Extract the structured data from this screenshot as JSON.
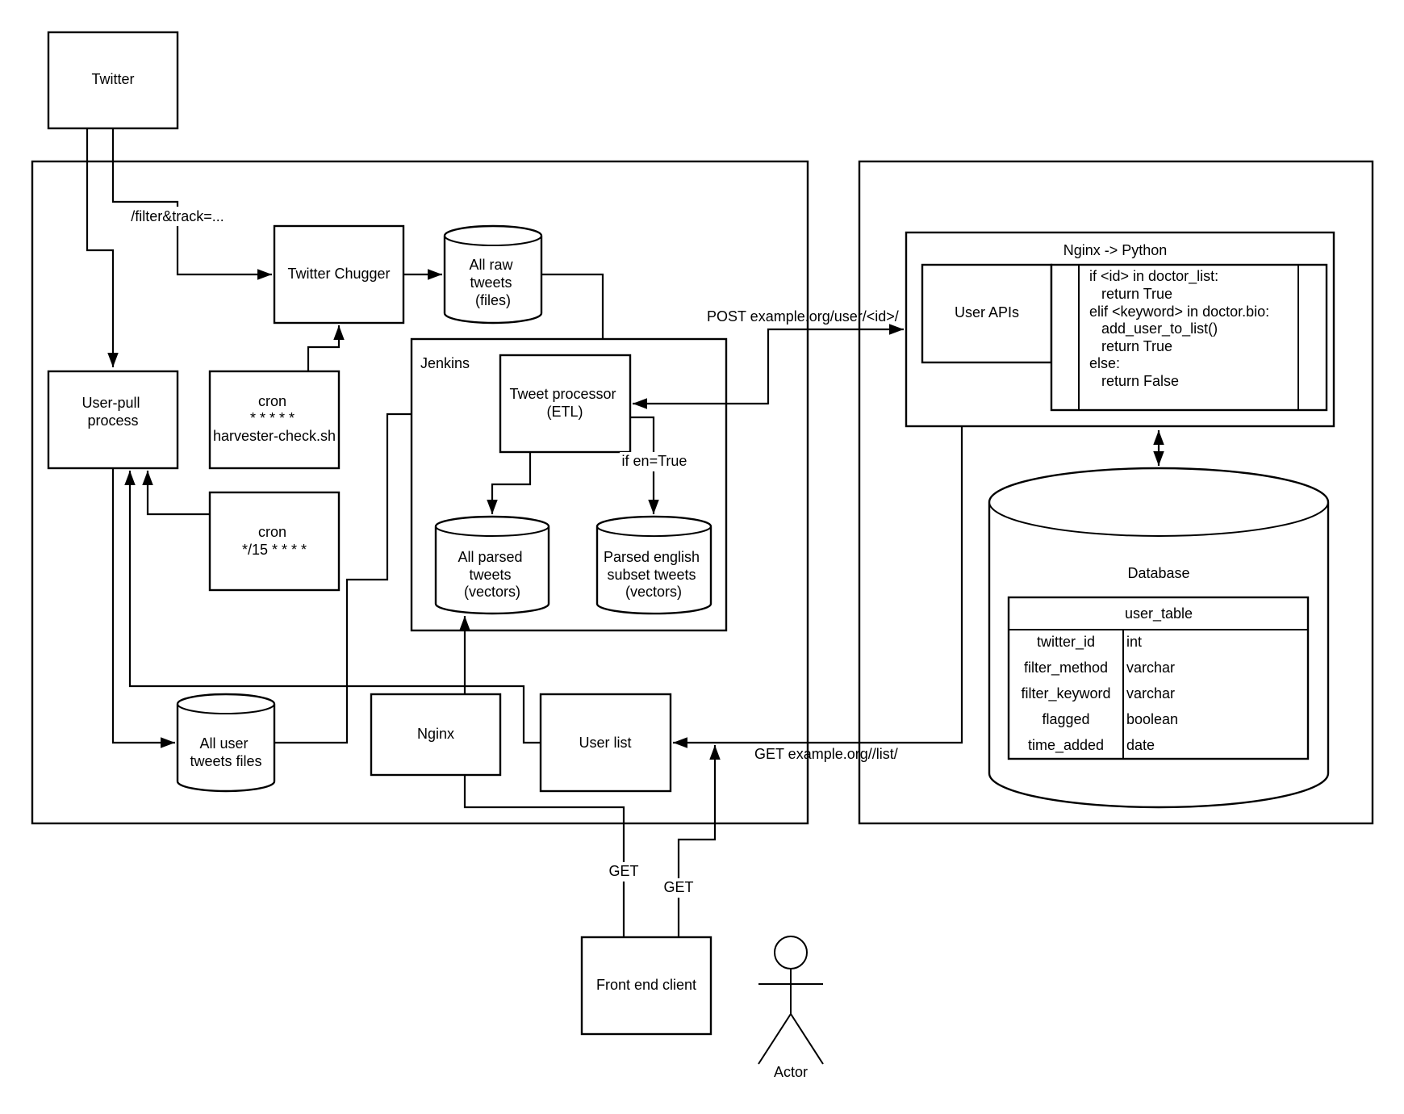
{
  "title": "Twitter tweet harvesting architecture",
  "nodes": {
    "twitter": "Twitter",
    "twitter_chugger": "Twitter Chugger",
    "raw_tweets": [
      "All raw",
      "tweets",
      "(files)"
    ],
    "jenkins": "Jenkins",
    "tweet_processor": [
      "Tweet processor",
      "(ETL)"
    ],
    "all_parsed": [
      "All parsed",
      "tweets",
      "(vectors)"
    ],
    "parsed_english": [
      "Parsed english",
      "subset tweets",
      "(vectors)"
    ],
    "user_pull": [
      "User-pull",
      "process"
    ],
    "cron_harvester": [
      "cron",
      "* * * * *",
      "harvester-check.sh"
    ],
    "cron_15": [
      "cron",
      "*/15 * * * *"
    ],
    "all_user_tweets": [
      "All user",
      "tweets files"
    ],
    "nginx": "Nginx",
    "user_list": "User list",
    "front_end": "Front end client",
    "actor": "Actor",
    "nginx_python": "Nginx -> Python",
    "user_apis": "User APIs",
    "code_lines": [
      "if <id> in doctor_list:",
      "   return True",
      "elif <keyword> in doctor.bio:",
      "   add_user_to_list()",
      "   return True",
      "else:",
      "   return False"
    ],
    "database": "Database"
  },
  "user_table": {
    "name": "user_table",
    "columns": [
      {
        "field": "twitter_id",
        "type": "int"
      },
      {
        "field": "filter_method",
        "type": "varchar"
      },
      {
        "field": "filter_keyword",
        "type": "varchar"
      },
      {
        "field": "flagged",
        "type": "boolean"
      },
      {
        "field": "time_added",
        "type": "date"
      }
    ]
  },
  "edge_labels": {
    "filter_track": "/filter&track=...",
    "if_en": "if en=True",
    "post_user": "POST example.org/user/<id>/",
    "get_list": "GET example.org//list/",
    "get_nginx": "GET",
    "get_userlist": "GET"
  }
}
